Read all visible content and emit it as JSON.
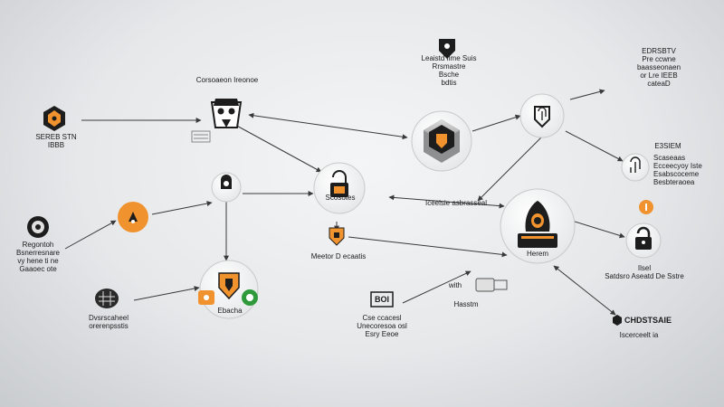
{
  "colors": {
    "accent_orange": "#f0922e",
    "accent_green": "#2f9a3c",
    "dark": "#1d1d1d",
    "node_fill": "#f2f2f2",
    "node_stroke": "#bdbdbd",
    "edge": "#3a3a3a"
  },
  "labels": {
    "top_center": "Leaistd Ilme Suis\nRrsmastre\nBsche\nbdtis",
    "top_right": "EDRSBTV\nPre ccwne\nbaasseonaen\nor Lre IEEB\ncateaD",
    "left_top": "Corsoaeon Ireonoe",
    "left_top_badge": "SEREB STN\nIBBB",
    "left_mid": "Regontoh\nBsnerresnare\nvy hene ti ne\nGaaoec ote",
    "left_bottom": "Dvsrscaheel\norerenpsstis",
    "center_node": "Scosotes",
    "center_orange": "Meetor D ecaatis",
    "bottom_node": "Ebacha",
    "mid_right_bar": "Iceelsie asbrasseal",
    "right_mid_top": "E3SIEM",
    "right_mid_text": "Scaseaas\nEcceecyoy Iste\nEsabscoceme\nBesbteraoea",
    "hub_label": "Herem",
    "lock_label": "Ilsel\nSatdsro Aseatd De Sstre",
    "bottom_center_code": "BOI",
    "bottom_center_text": "Cse ccacesl\nUnecoresoa osl\nEsry Eeoe",
    "with_label": "with",
    "hashtm": "Hasstm",
    "bottom_right_badge": "CHDSTSAIE",
    "bottom_right_text": "Iscerceelt ia"
  },
  "icons": {
    "top_center": "shield-lock-icon",
    "top_right": "fingerprint-icon",
    "left_top_badge": "hexagon-badge-icon",
    "left_top_node": "incognito-hacker-icon",
    "left_mid": "compass-icon",
    "left_bottom": "brain-chip-icon",
    "center_node": "padlock-icon",
    "center_orange": "shield-icon",
    "bottom_node": "shield-icon",
    "right_mid_top": "fingerprint-icon",
    "hub": "hooded-hacker-icon",
    "lock": "padlock-icon",
    "bottom_right_badge": "hexagon-badge-icon",
    "cube": "cube-server-icon"
  }
}
